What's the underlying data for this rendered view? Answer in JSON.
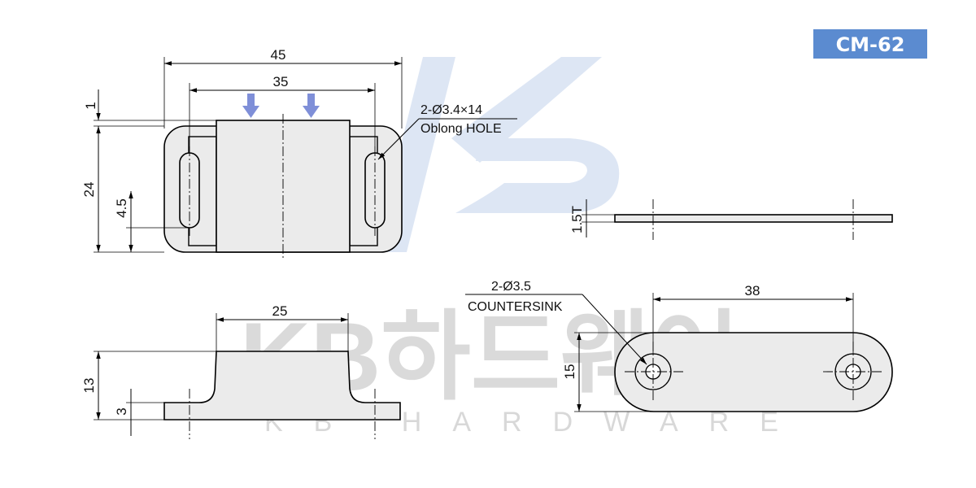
{
  "model": "CM-62",
  "colors": {
    "badge": "#5b8bd0",
    "arrow": "#7f8fd8",
    "watermark": "#bcbcbc",
    "watermark_logo": "#9fb8e0"
  },
  "watermark": {
    "brand": "KB하드웨어",
    "subtitle": "KB HARDWARE"
  },
  "top_view": {
    "dim_overall_width": "45",
    "dim_magnet_width": "35",
    "dim_top_offset": "1",
    "dim_height": "24",
    "dim_slot_offset": "4.5",
    "hole_note_line1": "2-Ø3.4×14",
    "hole_note_line2": "Oblong HOLE"
  },
  "side_view": {
    "dim_thickness": "1.5T"
  },
  "front_view": {
    "dim_top_width": "25",
    "dim_height": "13",
    "dim_base": "3"
  },
  "plate_view": {
    "dim_hole_spacing": "38",
    "dim_height": "15",
    "hole_note_line1": "2-Ø3.5",
    "hole_note_line2": "COUNTERSINK"
  }
}
